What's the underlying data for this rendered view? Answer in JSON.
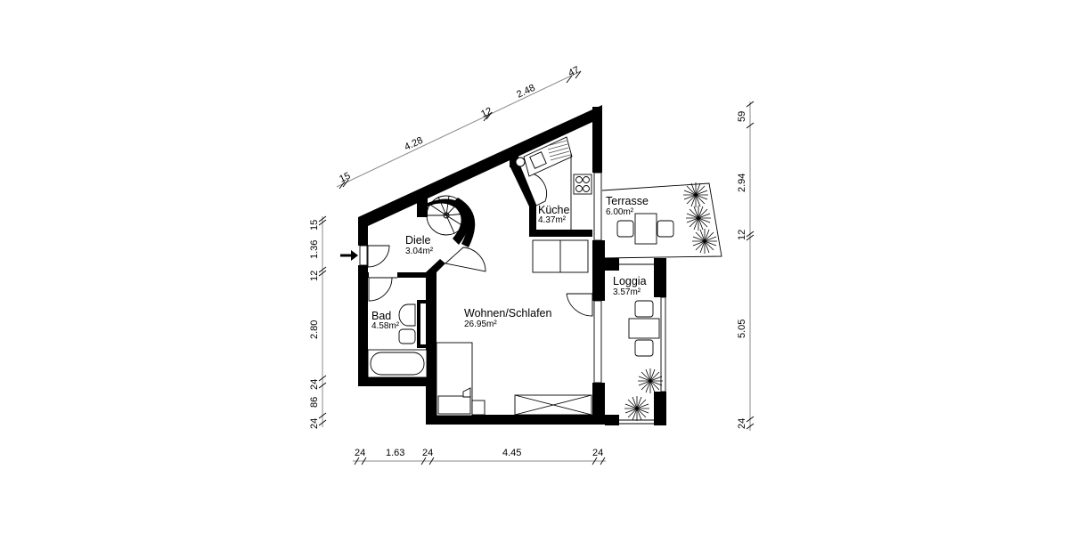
{
  "rooms": [
    {
      "name": "Diele",
      "area": "3.04m²"
    },
    {
      "name": "Bad",
      "area": "4.58m²"
    },
    {
      "name": "Küche",
      "area": "4.37m²"
    },
    {
      "name": "Wohnen/Schlafen",
      "area": "26.95m²"
    },
    {
      "name": "Terrasse",
      "area": "6.00m²"
    },
    {
      "name": "Loggia",
      "area": "3.57m²"
    }
  ],
  "dimensions": {
    "top_diagonal": [
      "15",
      "4.28",
      "12",
      "2.48",
      "47"
    ],
    "left_vertical": [
      "15",
      "1.36",
      "12",
      "2.80",
      "24",
      "86",
      "24"
    ],
    "bottom_horizontal": [
      "24",
      "1.63",
      "24",
      "4.45",
      "24"
    ],
    "right_vertical": [
      "59",
      "2.94",
      "12",
      "5.05",
      "24"
    ]
  },
  "entrance_arrow": "entrance-arrow",
  "colors": {
    "wall": "#000000",
    "dimension_line": "#888888",
    "background": "#ffffff"
  }
}
